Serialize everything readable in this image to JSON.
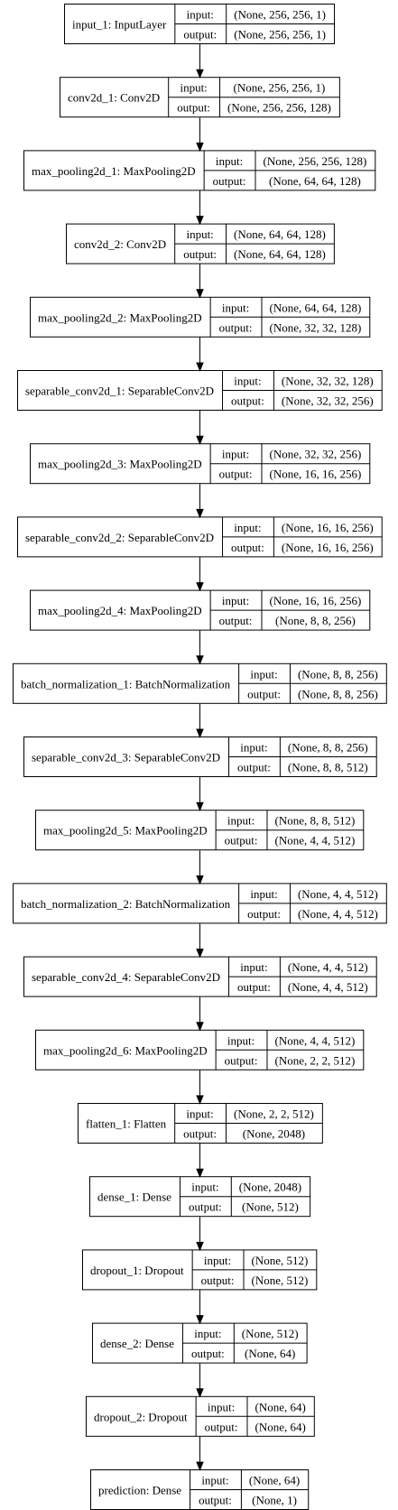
{
  "io_labels": {
    "input": "input:",
    "output": "output:"
  },
  "layers": [
    {
      "name": "input_1: InputLayer",
      "input": "(None, 256, 256, 1)",
      "output": "(None, 256, 256, 1)"
    },
    {
      "name": "conv2d_1: Conv2D",
      "input": "(None, 256, 256, 1)",
      "output": "(None, 256, 256, 128)"
    },
    {
      "name": "max_pooling2d_1: MaxPooling2D",
      "input": "(None, 256, 256, 128)",
      "output": "(None, 64, 64, 128)"
    },
    {
      "name": "conv2d_2: Conv2D",
      "input": "(None, 64, 64, 128)",
      "output": "(None, 64, 64, 128)"
    },
    {
      "name": "max_pooling2d_2: MaxPooling2D",
      "input": "(None, 64, 64, 128)",
      "output": "(None, 32, 32, 128)"
    },
    {
      "name": "separable_conv2d_1: SeparableConv2D",
      "input": "(None, 32, 32, 128)",
      "output": "(None, 32, 32, 256)"
    },
    {
      "name": "max_pooling2d_3: MaxPooling2D",
      "input": "(None, 32, 32, 256)",
      "output": "(None, 16, 16, 256)"
    },
    {
      "name": "separable_conv2d_2: SeparableConv2D",
      "input": "(None, 16, 16, 256)",
      "output": "(None, 16, 16, 256)"
    },
    {
      "name": "max_pooling2d_4: MaxPooling2D",
      "input": "(None, 16, 16, 256)",
      "output": "(None, 8, 8, 256)"
    },
    {
      "name": "batch_normalization_1: BatchNormalization",
      "input": "(None, 8, 8, 256)",
      "output": "(None, 8, 8, 256)"
    },
    {
      "name": "separable_conv2d_3: SeparableConv2D",
      "input": "(None, 8, 8, 256)",
      "output": "(None, 8, 8, 512)"
    },
    {
      "name": "max_pooling2d_5: MaxPooling2D",
      "input": "(None, 8, 8, 512)",
      "output": "(None, 4, 4, 512)"
    },
    {
      "name": "batch_normalization_2: BatchNormalization",
      "input": "(None, 4, 4, 512)",
      "output": "(None, 4, 4, 512)"
    },
    {
      "name": "separable_conv2d_4: SeparableConv2D",
      "input": "(None, 4, 4, 512)",
      "output": "(None, 4, 4, 512)"
    },
    {
      "name": "max_pooling2d_6: MaxPooling2D",
      "input": "(None, 4, 4, 512)",
      "output": "(None, 2, 2, 512)"
    },
    {
      "name": "flatten_1: Flatten",
      "input": "(None, 2, 2, 512)",
      "output": "(None, 2048)"
    },
    {
      "name": "dense_1: Dense",
      "input": "(None, 2048)",
      "output": "(None, 512)"
    },
    {
      "name": "dropout_1: Dropout",
      "input": "(None, 512)",
      "output": "(None, 512)"
    },
    {
      "name": "dense_2: Dense",
      "input": "(None, 512)",
      "output": "(None, 64)"
    },
    {
      "name": "dropout_2: Dropout",
      "input": "(None, 64)",
      "output": "(None, 64)"
    },
    {
      "name": "prediction: Dense",
      "input": "(None, 64)",
      "output": "(None, 1)"
    }
  ]
}
